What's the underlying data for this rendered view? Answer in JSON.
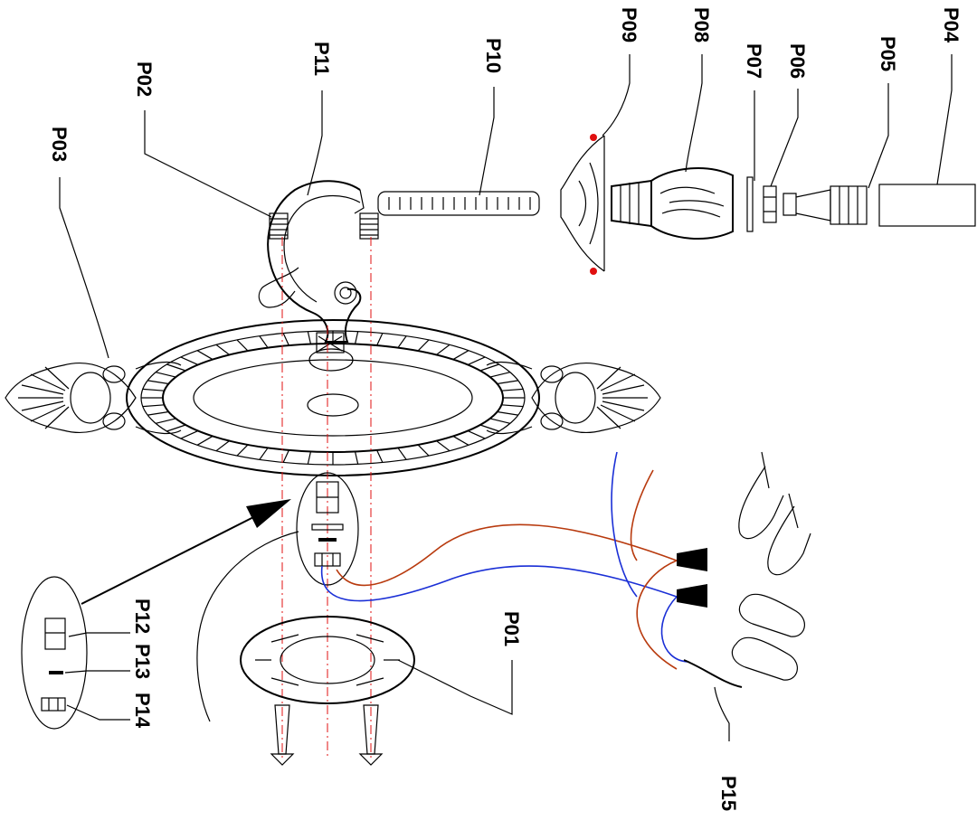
{
  "labels": {
    "p01": "P01",
    "p02": "P02",
    "p03": "P03",
    "p04": "P04",
    "p05": "P05",
    "p06": "P06",
    "p07": "P07",
    "p08": "P08",
    "p09": "P09",
    "p10": "P10",
    "p11": "P11",
    "p12": "P12",
    "p13": "P13",
    "p14": "P14",
    "p15": "P15"
  },
  "colors": {
    "line": "#000000",
    "axis_guides": "#e01010",
    "wire_live": "#b83a0e",
    "wire_neutral": "#1a2fd6",
    "screw_heads": "#e01010"
  }
}
